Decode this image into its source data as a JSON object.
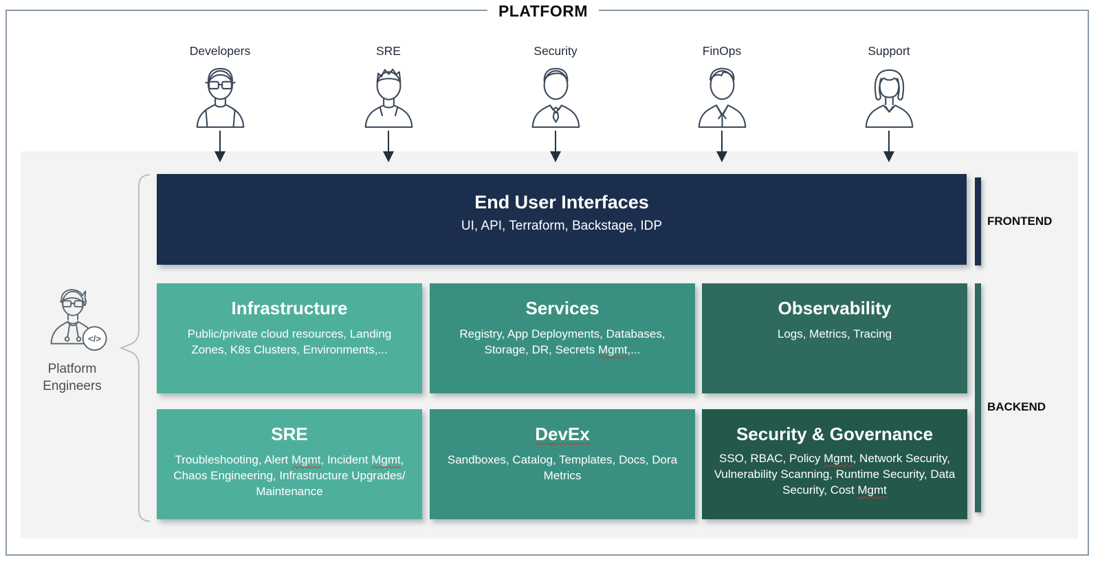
{
  "title": "PLATFORM",
  "personas": [
    {
      "label": "Developers",
      "icon": "developer-avatar"
    },
    {
      "label": "SRE",
      "icon": "sre-avatar"
    },
    {
      "label": "Security",
      "icon": "security-avatar"
    },
    {
      "label": "FinOps",
      "icon": "finops-avatar"
    },
    {
      "label": "Support",
      "icon": "support-avatar"
    }
  ],
  "platform_engineers": {
    "label": "Platform Engineers",
    "icon": "platform-engineer-avatar",
    "badge": "</>"
  },
  "frontend": {
    "section_label": "FRONTEND",
    "end_user_interfaces": {
      "title": "End User Interfaces",
      "subtitle": "UI, API, Terraform, Backstage, IDP"
    }
  },
  "backend": {
    "section_label": "BACKEND",
    "boxes": [
      {
        "title": "Infrastructure",
        "body": "Public/private cloud resources, Landing Zones, K8s Clusters, Environments,..."
      },
      {
        "title": "Services",
        "body": "Registry, App Deployments, Databases, Storage, DR, Secrets Mgmt,..."
      },
      {
        "title": "Observability",
        "body": "Logs, Metrics, Tracing"
      },
      {
        "title": "SRE",
        "body": "Troubleshooting, Alert Mgmt, Incident Mgmt, Chaos Engineering, Infrastructure Upgrades/ Maintenance"
      },
      {
        "title": "DevEx",
        "body": "Sandboxes, Catalog, Templates, Docs, Dora Metrics"
      },
      {
        "title": "Security & Governance",
        "body": "SSO, RBAC, Policy Mgmt, Network Security, Vulnerability Scanning, Runtime Security, Data Security, Cost Mgmt"
      }
    ]
  },
  "spellcheck_words": [
    "Mgmt",
    "DevEx"
  ],
  "colors": {
    "frame_border": "#8A99A8",
    "panel_bg": "#F2F3F2",
    "navy": "#1C2E4D",
    "teal_light": "#4FAF9D",
    "teal_mid": "#3A9080",
    "green_dark": "#2E6B5E",
    "green_darkest": "#23584B",
    "squiggle_red": "#C43A2E",
    "text_on_box": "#FFFFFF"
  }
}
